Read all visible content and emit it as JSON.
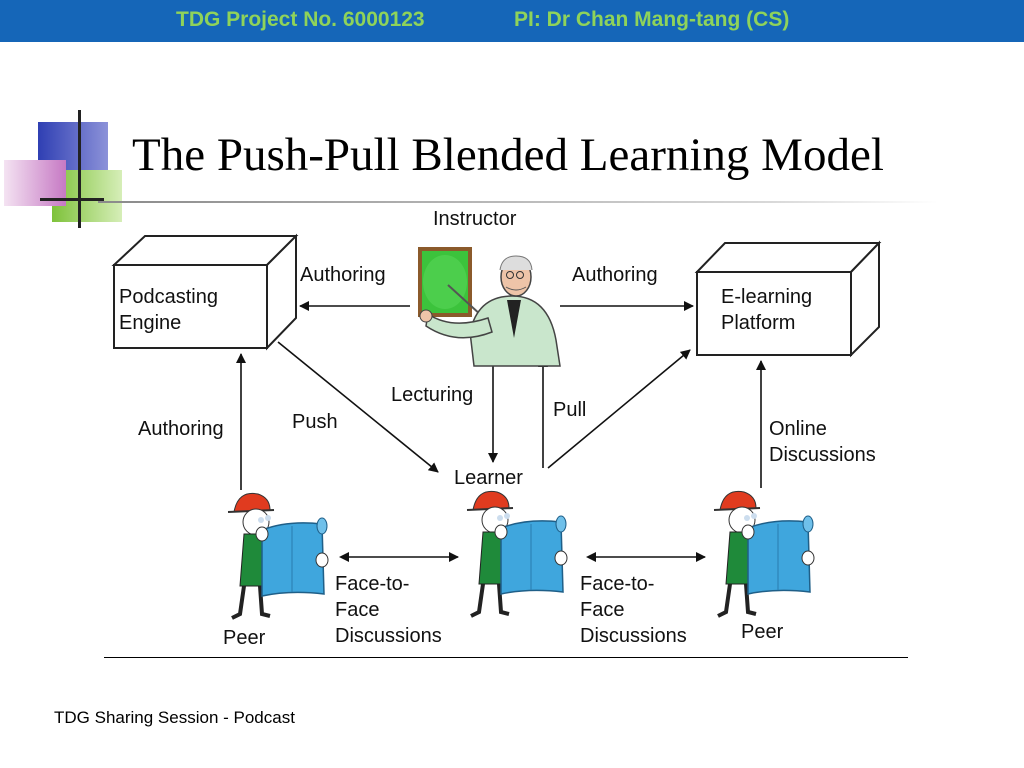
{
  "header": {
    "project": "TDG Project No. 6000123",
    "pi": "PI: Dr Chan Mang-tang (CS)"
  },
  "title": "The Push-Pull Blended Learning Model",
  "footer": "TDG Sharing Session -  Podcast",
  "diagram": {
    "nodes": {
      "instructor": "Instructor",
      "podcasting_engine": [
        "Podcasting",
        "Engine"
      ],
      "elearning_platform": [
        "E-learning",
        "Platform"
      ],
      "learner": "Learner",
      "peer_left": "Peer",
      "peer_right": "Peer"
    },
    "edges": {
      "authoring_left": "Authoring",
      "authoring_right": "Authoring",
      "authoring_up": "Authoring",
      "lecturing": "Lecturing",
      "push": "Push",
      "pull": "Pull",
      "online_discussions": [
        "Online",
        "Discussions"
      ],
      "face_left": [
        "Face-to-",
        "Face",
        "Discussions"
      ],
      "face_right": [
        "Face-to-",
        "Face",
        "Discussions"
      ]
    }
  },
  "colors": {
    "header_bg": "#1566b8",
    "header_text": "#8fd35a"
  }
}
